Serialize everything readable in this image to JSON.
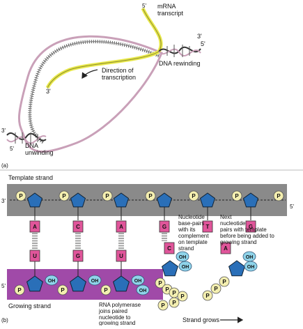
{
  "panel_a": {
    "label": "(a)",
    "mrna_5prime": "5'",
    "mrna_label_line1": "mRNA",
    "mrna_label_line2": "transcript",
    "rewind_3prime": "3'",
    "rewind_5prime": "5'",
    "dna_rewinding": "DNA rewinding",
    "direction_line1": "Direction of",
    "direction_line2": "transcription",
    "transcript_3prime": "3'",
    "unwind_3prime": "3'",
    "unwind_5prime": "5'",
    "dna_unwinding_line1": "DNA",
    "dna_unwinding_line2": "unwinding"
  },
  "panel_b": {
    "label": "(b)",
    "template_strand": "Template strand",
    "template_left_end": "3'",
    "template_right_end": "5'",
    "growing_left_end": "5'",
    "growing_strand": "Growing strand",
    "phosphate": "P",
    "hydroxyl": "OH",
    "template_bases": [
      "A",
      "C",
      "A",
      "G",
      "T",
      "G"
    ],
    "paired_bases": [
      "U",
      "G",
      "U"
    ],
    "incoming_bases": [
      "C",
      "A"
    ],
    "note_base_pairs": [
      "Nucleotide",
      "base-pairs",
      "with its",
      "complement",
      "on template",
      "strand"
    ],
    "note_next_nucleotide": [
      "Next",
      "nucleotide",
      "pairs with template",
      "before being added to",
      "growing strand"
    ],
    "note_polymerase": [
      "RNA polymerase",
      "joins paired",
      "nucleotide to",
      "growing strand"
    ],
    "strand_grows": "Strand grows"
  },
  "colors": {
    "template_band": "#8a8a8a",
    "growing_band": "#a04aa8",
    "sugar": "#2a6fb8",
    "base": "#e0559a",
    "phosphate": "#f4efb0",
    "hydroxyl": "#8fd4ea",
    "mrna": "#e8e84a",
    "dna_loop": "#c9a0b8"
  }
}
